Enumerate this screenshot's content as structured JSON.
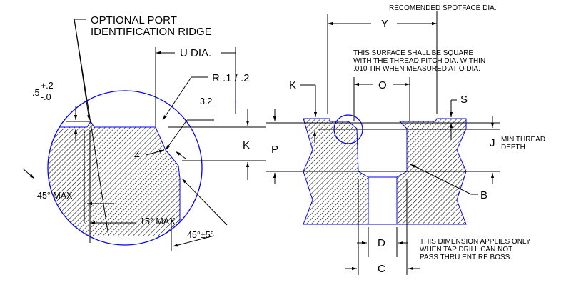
{
  "notes": {
    "port_ridge_line1": "OPTIONAL PORT",
    "port_ridge_line2": "IDENTIFICATION RIDGE",
    "spotface": "RECOMENDED SPOTFACE DIA.",
    "square_line1": "THIS SURFACE SHALL BE SQUARE",
    "square_line2": "WITH THE THREAD PITCH DIA. WITHIN",
    "square_line3": ".010 TIR WHEN MEASURED AT O DIA.",
    "min_thread_line1": "MIN THREAD",
    "min_thread_line2": "DEPTH",
    "applies_line1": "THIS DIMENSION APPLIES ONLY",
    "applies_line2": "WHEN TAP DRILL CAN NOT",
    "applies_line3": "PASS THRU ENTIRE BOSS"
  },
  "dims": {
    "u_dia": "U DIA.",
    "radius": "R .1 / .2",
    "tol_base": ".5",
    "tol_plus": "+.2",
    "tol_minus": "-.0",
    "val_32": "3.2",
    "z": "Z",
    "k_left": "K",
    "angle_45_max": "45° MAX",
    "angle_15_max": "15° MAX",
    "angle_45_pm5": "45°±5°",
    "y": "Y",
    "o": "O",
    "k_right": "K",
    "s": "S",
    "p": "P",
    "j": "J",
    "b": "B",
    "d": "D",
    "c": "C"
  },
  "colors": {
    "outline": "#0000ff",
    "ink": "#000000"
  }
}
